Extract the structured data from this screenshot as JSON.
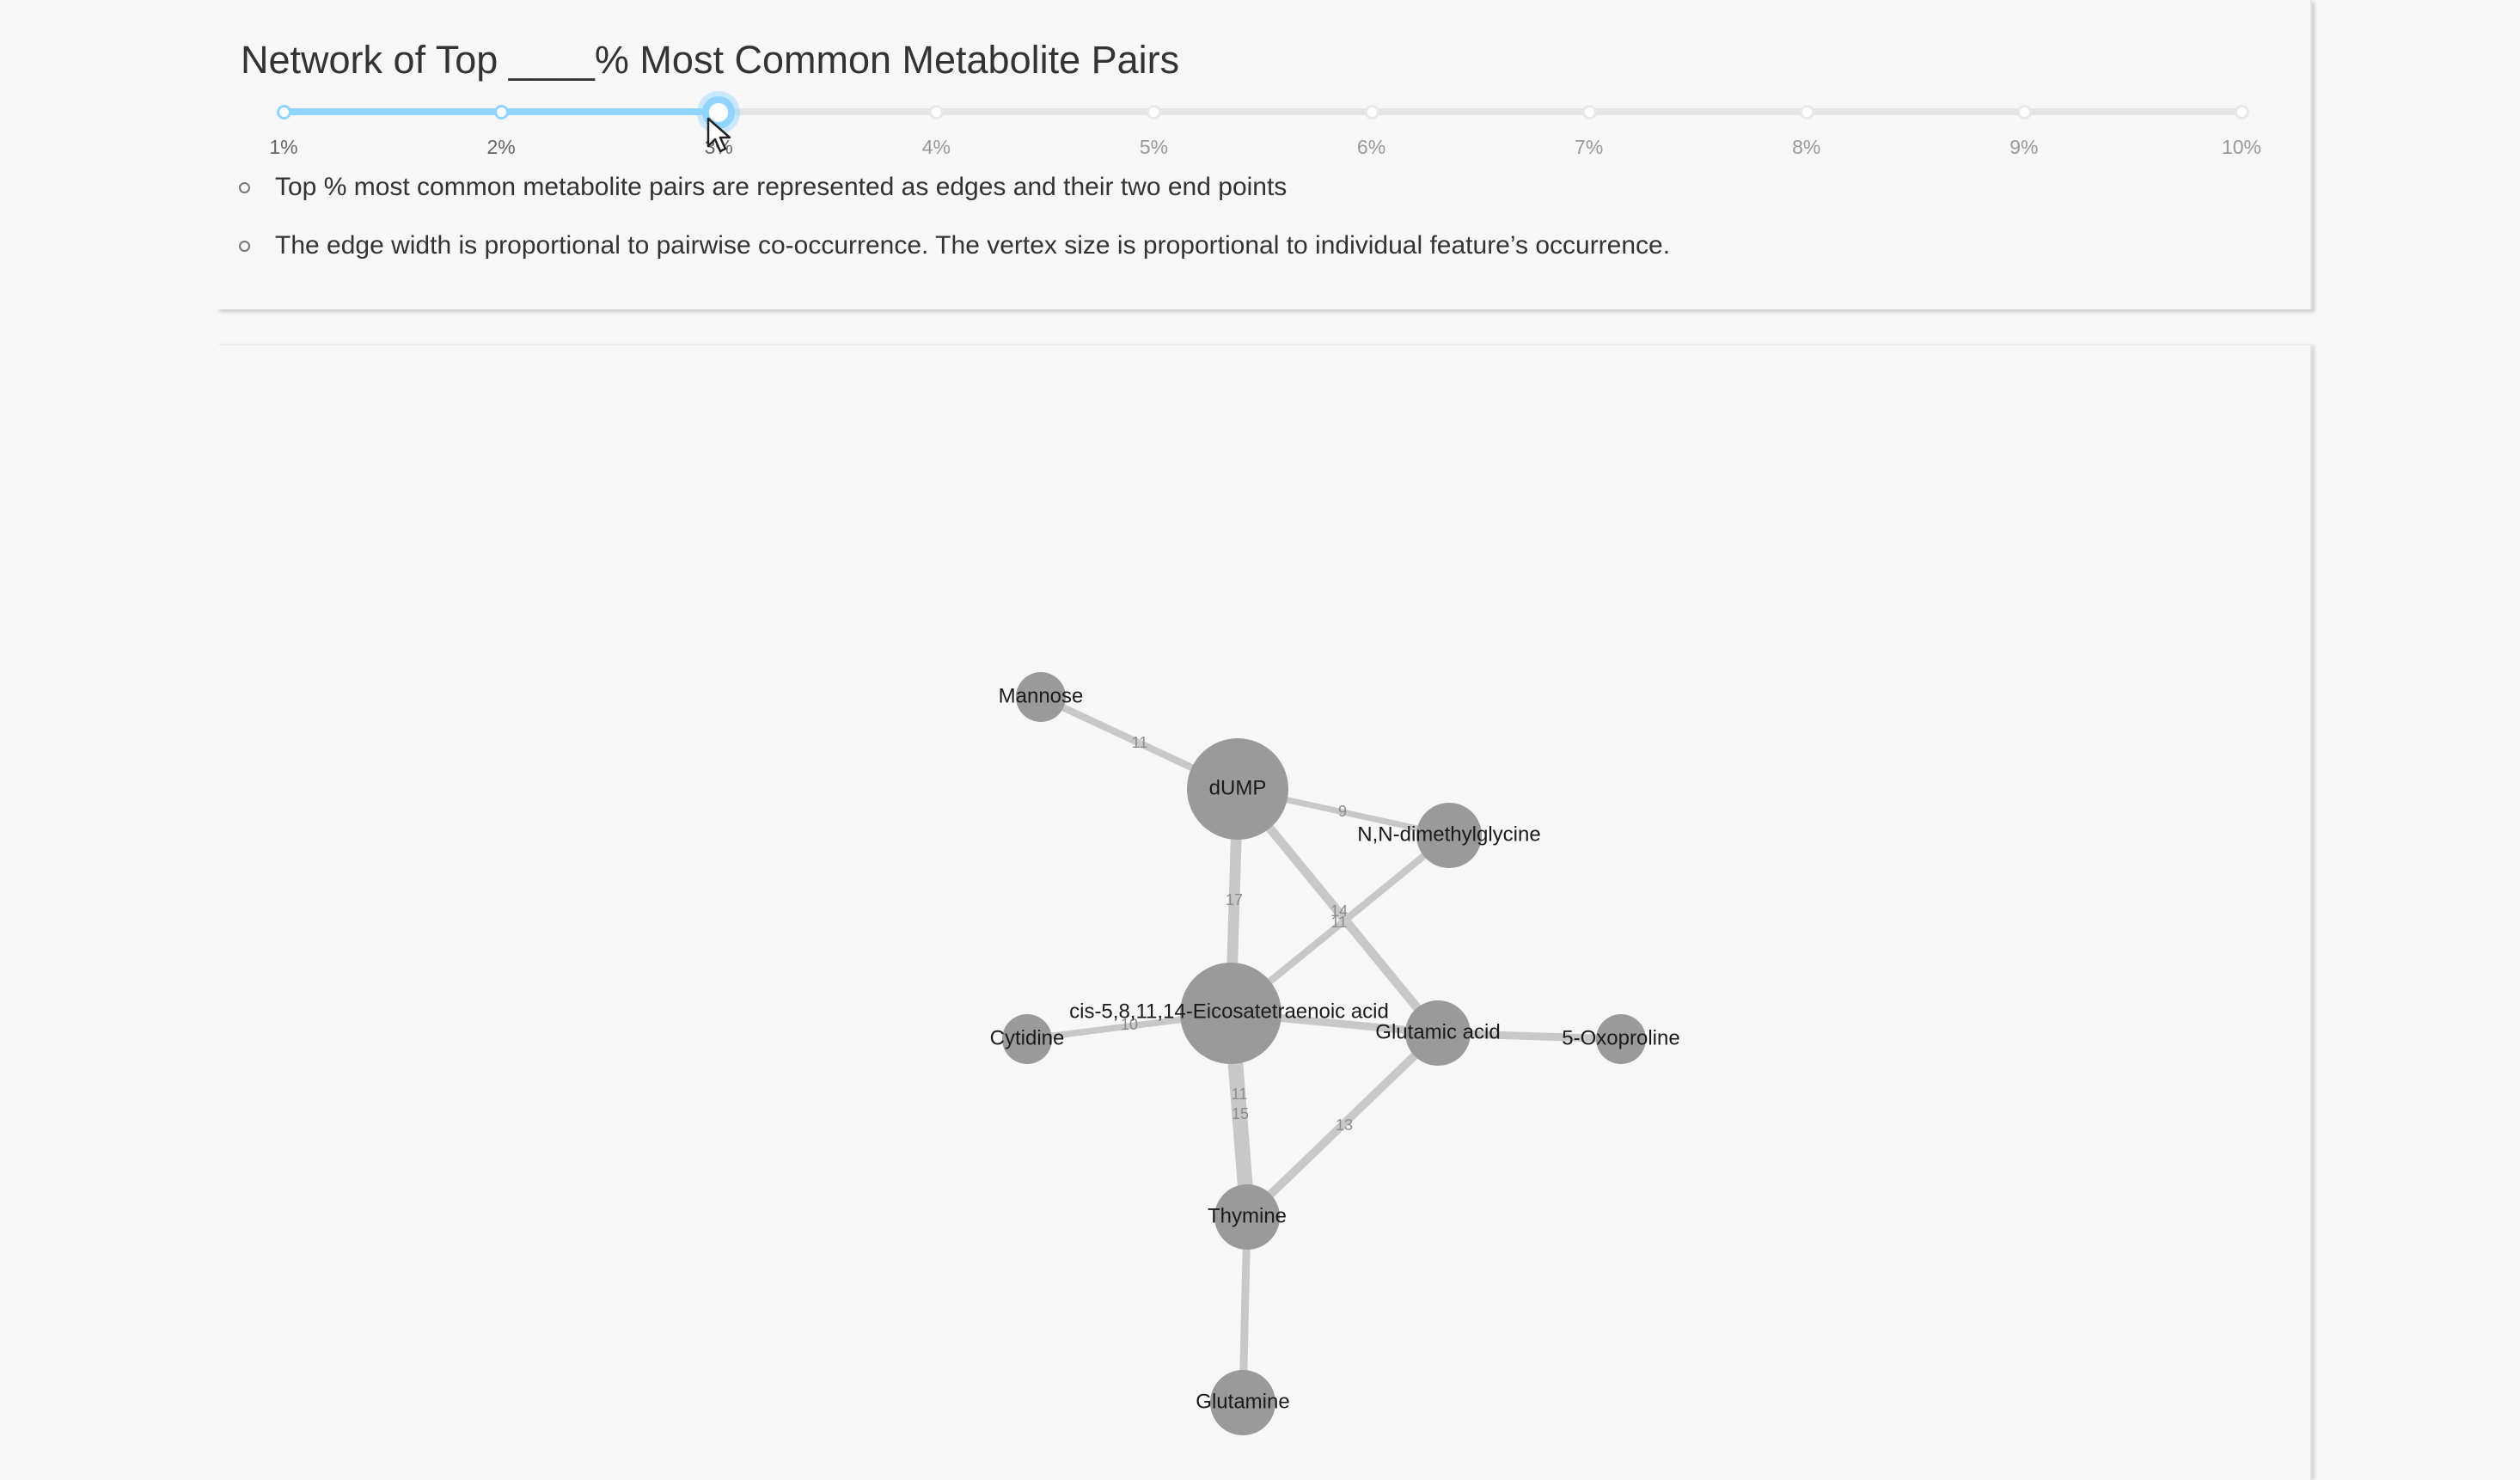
{
  "header": {
    "title": "Network of Top ____% Most Common Metabolite Pairs"
  },
  "slider": {
    "marks": [
      "1%",
      "2%",
      "3%",
      "4%",
      "5%",
      "6%",
      "7%",
      "8%",
      "9%",
      "10%"
    ],
    "selected_value": 3,
    "min": 1,
    "max": 10,
    "accent_color": "#91d5ff"
  },
  "notes": [
    "Top % most common metabolite pairs are represented as edges and their two end points",
    "The edge width is proportional to pairwise co-occurrence. The vertex size is proportional to individual feature’s occurrence."
  ],
  "network": {
    "node_color": "#9a9a9a",
    "edge_color": "#c8c8c8",
    "nodes": [
      {
        "id": "mannose",
        "label": "Mannose",
        "size": "small"
      },
      {
        "id": "dump",
        "label": "dUMP",
        "size": "large"
      },
      {
        "id": "nndmg",
        "label": "N,N-dimethylglycine",
        "size": "medium"
      },
      {
        "id": "cytidine",
        "label": "Cytidine",
        "size": "small"
      },
      {
        "id": "eico",
        "label": "cis-5,8,11,14-Eicosatetraenoic acid",
        "size": "large"
      },
      {
        "id": "glutamic",
        "label": "Glutamic acid",
        "size": "medium"
      },
      {
        "id": "oxoproline",
        "label": "5-Oxoproline",
        "size": "small"
      },
      {
        "id": "thymine",
        "label": "Thymine",
        "size": "medium"
      },
      {
        "id": "glutamine",
        "label": "Glutamine",
        "size": "medium"
      }
    ],
    "edges": [
      {
        "source": "mannose",
        "target": "dump",
        "weight": 11
      },
      {
        "source": "dump",
        "target": "nndmg",
        "weight": 9
      },
      {
        "source": "dump",
        "target": "eico",
        "weight": 17
      },
      {
        "source": "dump",
        "target": "glutamic",
        "weight": 14
      },
      {
        "source": "nndmg",
        "target": "eico",
        "weight": 11
      },
      {
        "source": "cytidine",
        "target": "eico",
        "weight": 10
      },
      {
        "source": "eico",
        "target": "glutamic",
        "weight": null
      },
      {
        "source": "glutamic",
        "target": "oxoproline",
        "weight": null
      },
      {
        "source": "eico",
        "target": "thymine",
        "weight": 11
      },
      {
        "source": "eico",
        "target": "thymine",
        "weight": 15
      },
      {
        "source": "glutamic",
        "target": "thymine",
        "weight": 13
      },
      {
        "source": "thymine",
        "target": "glutamine",
        "weight": null
      }
    ]
  }
}
